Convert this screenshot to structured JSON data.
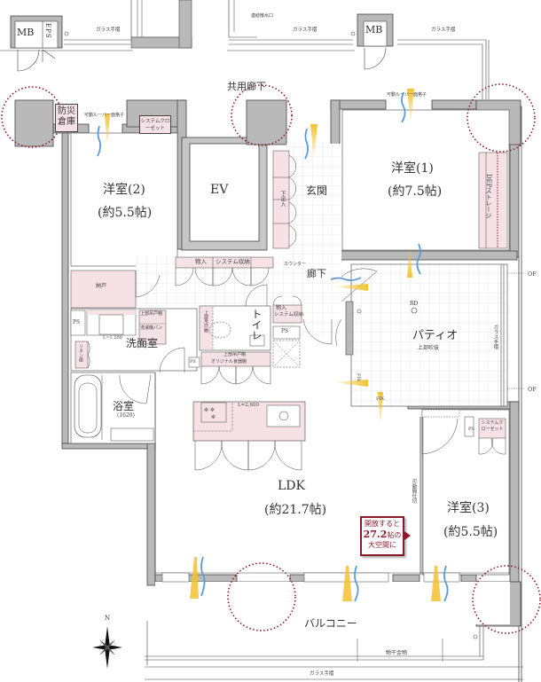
{
  "floor_plan": {
    "rooms": {
      "western_room_1": {
        "name": "洋室(1)",
        "size": "(約7.5帖)"
      },
      "western_room_2": {
        "name": "洋室(2)",
        "size": "(約5.5帖)"
      },
      "western_room_3": {
        "name": "洋室(3)",
        "size": "(約5.5帖)"
      },
      "ldk": {
        "name": "LDK",
        "size": "(約21.7帖)"
      },
      "patio": {
        "name": "パティオ",
        "note": "上部吹抜"
      },
      "entrance": {
        "name": "玄関"
      },
      "hallway": {
        "name": "廊下"
      },
      "washroom": {
        "name": "洗面室"
      },
      "bathroom": {
        "name": "浴室",
        "size": "(1620)"
      },
      "toilet": {
        "name": "トイレ"
      },
      "balcony": {
        "name": "バルコニー"
      },
      "common_corridor": {
        "name": "共用廊下"
      },
      "elevator": {
        "name": "EV"
      },
      "storeroom": {
        "name": "納戸"
      },
      "disaster_storage": {
        "name": "防災倉庫"
      }
    },
    "fixtures": {
      "mb_left": "MB",
      "eps": "EPS",
      "mb_right": "MB",
      "system_closet_1": "システムクローゼット",
      "system_closet_2": "システムクローゼット",
      "storage_1": "物入",
      "system_storage_1": "システム収納",
      "storage_2": "物入",
      "system_storage_2": "システム収納",
      "shoe_box": "下足入",
      "dep_storage": "DEPストレージ",
      "linen_storage": "リネン庫",
      "upper_cabinet_laundry": "上部吊戸棚",
      "laundry_pan": "洗濯機パン",
      "upper_cabinet_toilet": "上部吊戸棚",
      "upper_cabinet_kitchen": "上部吊戸棚",
      "original_cupboard": "オリジナル食器棚",
      "ps_1": "PS",
      "ps_2": "PS",
      "ps_3": "PS",
      "ps_4": "PS",
      "counter": "カウンター",
      "washstand_length": "L=1,200",
      "kitchen_length": "L=2,600",
      "movable_partition": "可動間仕切",
      "roof_drain": "RD",
      "fix_1": "FIX",
      "fix_2": "FIX",
      "drying_hardware": "物干金物",
      "louver_1": "可動ルーバー面格子",
      "louver_2": "可動ルーバー面格子",
      "glass_rail_1": "ガラス手摺",
      "glass_rail_2": "ガラス手摺",
      "glass_rail_3": "ガラス手摺",
      "glass_rail_4": "ガラス手摺",
      "glass_rail_5": "ガラス手摺",
      "fire_hydrant": "連結散水口",
      "of_1": "OF",
      "of_2": "OF",
      "compass_north": "N"
    },
    "callout": {
      "line1": "開放すると",
      "line2_num": "27.2",
      "line2_unit": "帖の",
      "line3": "大空間に"
    },
    "colors": {
      "wall": "#b9b9b9",
      "wall_outline": "#444444",
      "storage_fill": "#f6e1e4",
      "highlight_circle": "#8b1a2b",
      "breeze_blue": "#5b9bd5",
      "light_yellow": "#e8b020",
      "callout_border": "#8b1a2b"
    }
  }
}
